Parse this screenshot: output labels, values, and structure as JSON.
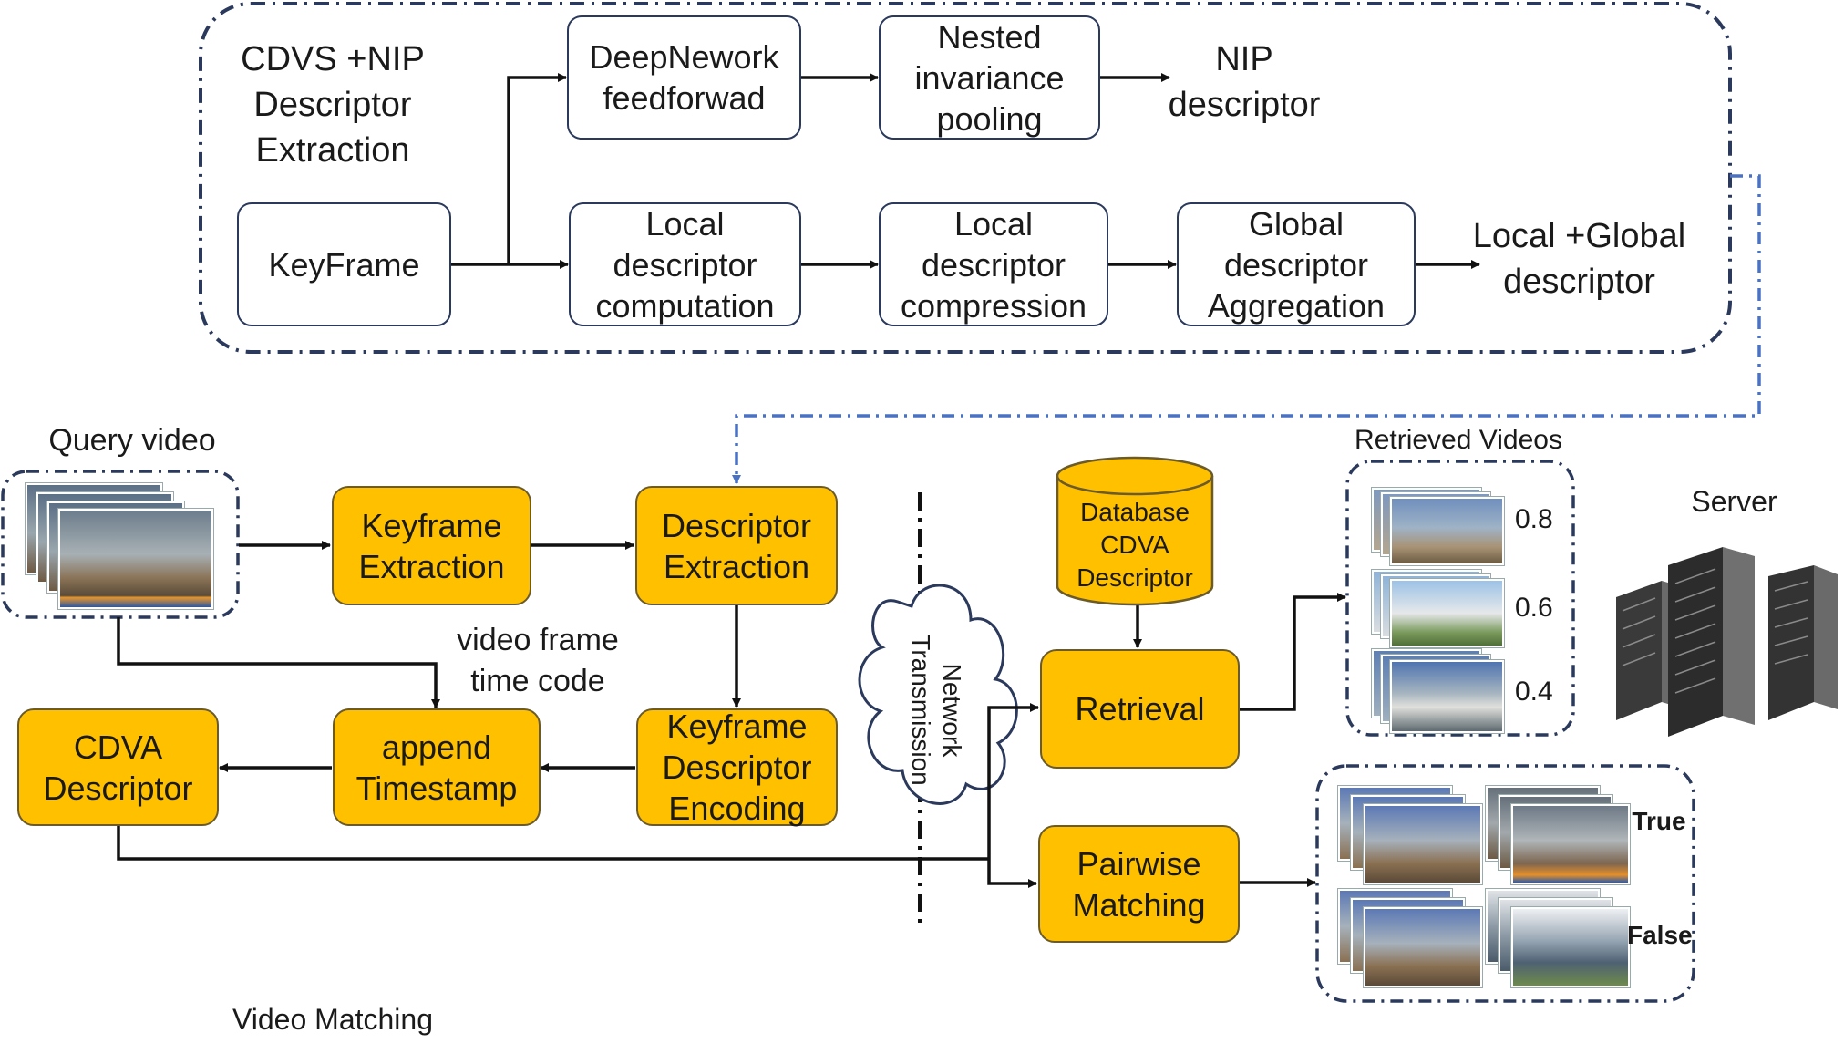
{
  "extraction_panel": {
    "title": "CDVS +NIP\nDescriptor\nExtraction",
    "keyframe": "KeyFrame",
    "deep_network": "DeepNework\nfeedforwad",
    "nested_pooling": "Nested\ninvariance\npooling",
    "nip_output": "NIP\ndescriptor",
    "local_computation": "Local\ndescriptor\ncomputation",
    "local_compression": "Local\ndescriptor\ncompression",
    "global_aggregation": "Global\ndescriptor\nAggregation",
    "local_global_output": "Local +Global\ndescriptor"
  },
  "pipeline": {
    "query_video_label": "Query video",
    "keyframe_extraction": "Keyframe\nExtraction",
    "descriptor_extraction": "Descriptor\nExtraction",
    "video_frame_time_code": "video frame\ntime code",
    "cdva_descriptor": "CDVA\nDescriptor",
    "append_timestamp": "append\nTimestamp",
    "keyframe_descriptor_encoding": "Keyframe\nDescriptor\nEncoding",
    "network_transmission": "Network\nTransmission",
    "database": "Database\nCDVA\nDescriptor",
    "retrieval": "Retrieval",
    "pairwise_matching": "Pairwise\nMatching",
    "retrieved_videos_label": "Retrieved Videos",
    "scores": [
      "0.8",
      "0.6",
      "0.4"
    ],
    "server_label": "Server",
    "match_true": "True",
    "match_false": "False",
    "footer_caption": "Video Matching"
  },
  "colors": {
    "module_fill": "#ffc000",
    "dashed_border": "#2b3a5c",
    "feedback_link": "#4a72c4"
  },
  "icons": [
    "server-rack-icon",
    "cloud-icon",
    "database-cylinder-icon",
    "video-frames-icon"
  ]
}
